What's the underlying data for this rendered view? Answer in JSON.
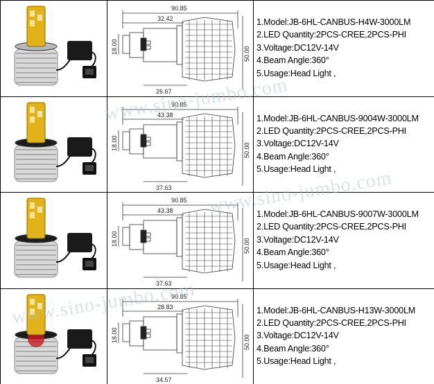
{
  "watermark": "www.sino-jumbo.com",
  "rows": [
    {
      "photo_icon": "h4-led-headlight-bulb",
      "dims": {
        "total": "90.85",
        "top": "32.42",
        "bottom": "26.67",
        "height": "18.00",
        "width": "50.00"
      },
      "specs": [
        "1.Model:JB-6HL-CANBUS-H4W-3000LM",
        "2.LED Quantity:2PCS-CREE,2PCS-PHI",
        "3.Voltage:DC12V-14V",
        "4.Beam Angle:360°",
        "5.Usage:Head Light ,"
      ]
    },
    {
      "photo_icon": "9004-led-headlight-bulb",
      "dims": {
        "total": "90.85",
        "top": "43.38",
        "bottom": "37.63",
        "height": "18.00",
        "width": "50.00"
      },
      "specs": [
        "1.Model:JB-6HL-CANBUS-9004W-3000LM",
        "2.LED Quantity:2PCS-CREE,2PCS-PHI",
        "3.Voltage:DC12V-14V",
        "4.Beam Angle:360°",
        "5.Usage:Head Light ,"
      ]
    },
    {
      "photo_icon": "9007-led-headlight-bulb",
      "dims": {
        "total": "90.85",
        "top": "43.38",
        "bottom": "37.63",
        "height": "18.00",
        "width": "50.00"
      },
      "specs": [
        "1.Model:JB-6HL-CANBUS-9007W-3000LM",
        "2.LED Quantity:2PCS-CREE,2PCS-PHI",
        "3.Voltage:DC12V-14V",
        "4.Beam Angle:360°",
        "5.Usage:Head Light ,"
      ]
    },
    {
      "photo_icon": "h13-led-headlight-bulb",
      "dims": {
        "total": "90.85",
        "top": "28.83",
        "bottom": "34.57",
        "height": "18.00",
        "width": "50.00"
      },
      "specs": [
        "1.Model:JB-6HL-CANBUS-H13W-3000LM",
        "2.LED Quantity:2PCS-CREE,2PCS-PHI",
        "3.Voltage:DC12V-14V",
        "4.Beam Angle:360°",
        "5.Usage:Head Light ,"
      ]
    }
  ]
}
